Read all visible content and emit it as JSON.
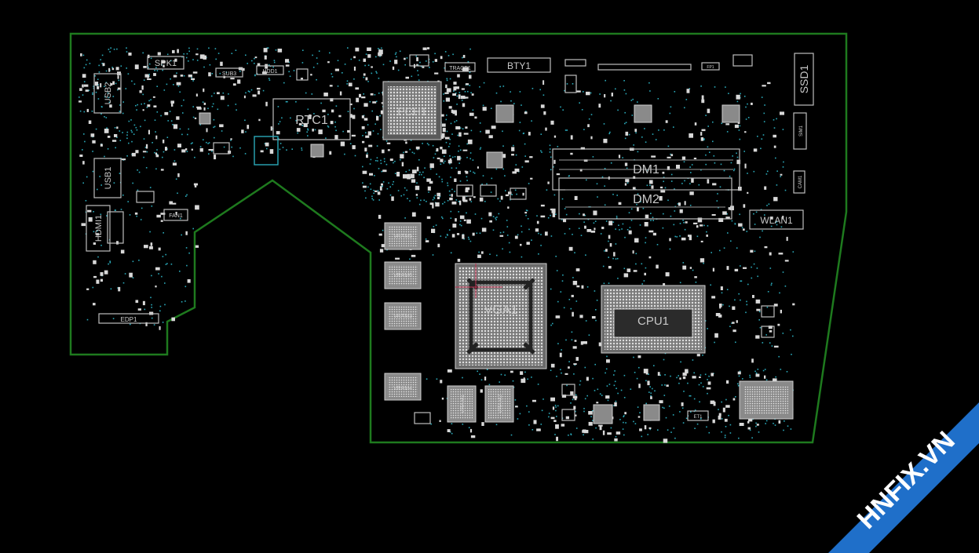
{
  "components": {
    "spk1": "SPK1",
    "sub3": "SUB3",
    "hdd1": "HDD1",
    "usb2": "USB2",
    "usb1": "USB1",
    "rtc1": "RTC1",
    "pch1": "PCH1",
    "trace1": "TRACE1",
    "bty1": "BTY1",
    "ssd1": "SSD1",
    "fan1": "FAN1",
    "hdmi1": "HDMI1",
    "edp1": "EDP1",
    "dm1": "DM1",
    "dm2": "DM2",
    "wlan1": "WLAN1",
    "vram5": "VRAM5",
    "vram6": "VRAM6",
    "vram3": "VRAM3",
    "vram4": "VRAM4",
    "vram1": "VRAM1",
    "vram2": "VRAM2",
    "vga1": "VGA1",
    "cpu1": "CPU1",
    "et1": "ET1",
    "fp1": "FP1",
    "cam1": "CAM1",
    "sim1": "SIM1"
  },
  "watermark": "HNFIX.VN",
  "colors": {
    "background": "#000000",
    "outline": "#1e7a1e",
    "via": "#2aa8b8",
    "component": "#c8c8c8",
    "watermark_band": "#1f6fc9"
  }
}
